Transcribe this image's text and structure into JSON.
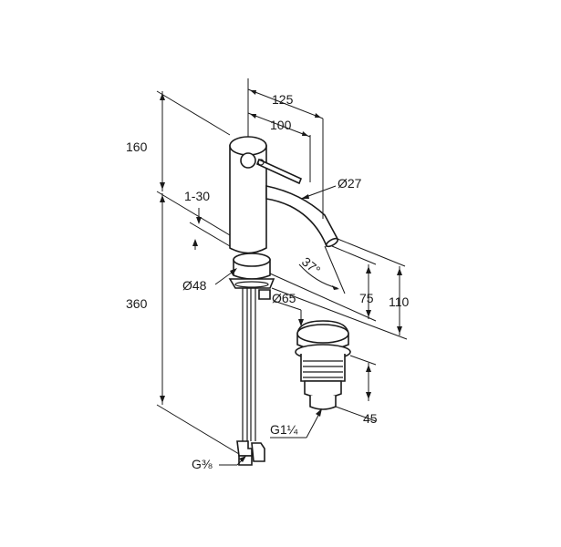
{
  "dimensions": {
    "d125": "125",
    "d100": "100",
    "d160": "160",
    "d1_30": "1-30",
    "d27": "Ø27",
    "d37": "37°",
    "d48": "Ø48",
    "d65": "Ø65",
    "d75": "75",
    "d110": "110",
    "d360": "360",
    "d45": "45",
    "g114": "G1¼",
    "g38": "G⅜"
  }
}
